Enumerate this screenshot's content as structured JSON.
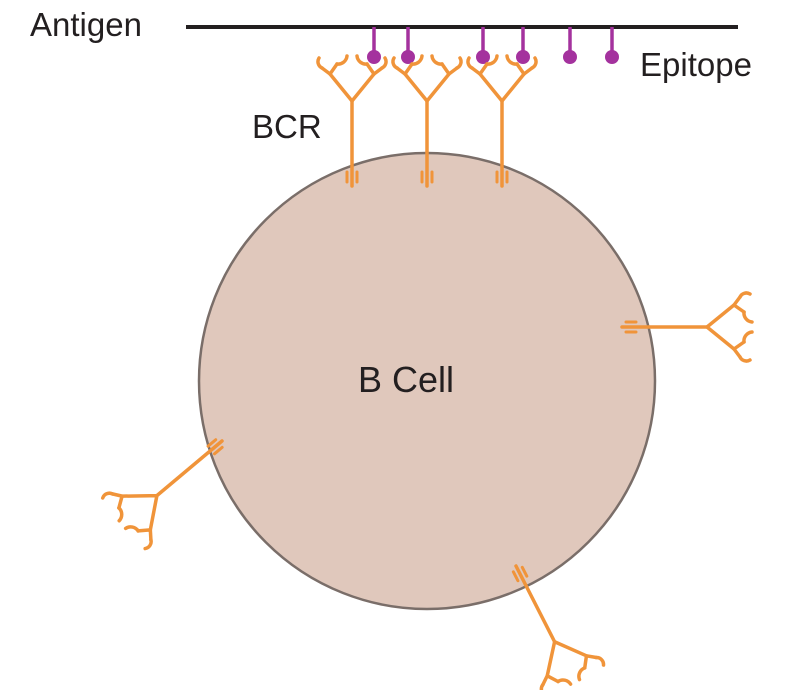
{
  "labels": {
    "antigen": "Antigen",
    "epitope": "Epitope",
    "bcr": "BCR",
    "b_cell": "B Cell"
  },
  "colors": {
    "cell_fill": "#e0c8bc",
    "cell_stroke": "#7a6e69",
    "receptor": "#f0943a",
    "epitope": "#a4329e",
    "antigen_line": "#231f20",
    "text": "#231f20"
  },
  "counts": {
    "epitopes": 6,
    "bound_receptors": 3,
    "free_receptors": 3
  }
}
